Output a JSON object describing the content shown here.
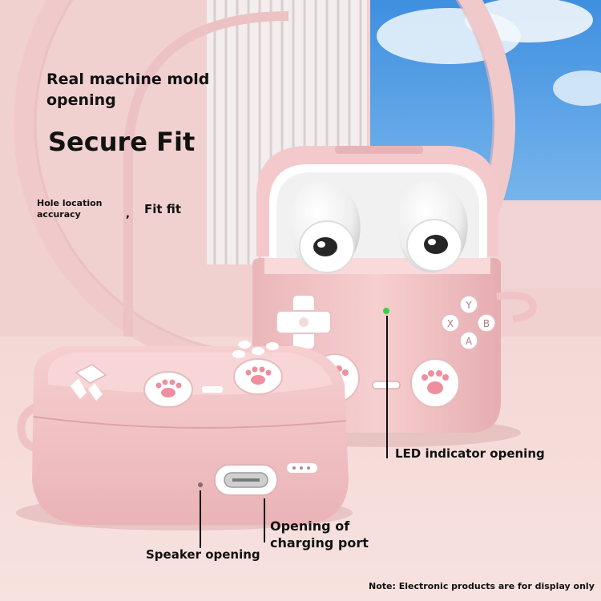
{
  "headline": {
    "line1": "Real machine mold opening",
    "line2": "Secure Fit"
  },
  "features": {
    "hole_location": "Hole location accuracy",
    "separator": ",",
    "fit": "Fit fit"
  },
  "callouts": {
    "led": "LED indicator opening",
    "charging_port": "Opening of charging port",
    "speaker": "Speaker opening"
  },
  "note": "Note: Electronic products are for display only",
  "buttons": {
    "y": "Y",
    "x": "X",
    "b": "B",
    "a": "A"
  },
  "colors": {
    "case_pink": "#f3c4c6",
    "case_shadow": "#e3a9ad",
    "background_pink": "#f2d3d3",
    "sky_blue": "#5aa6e6",
    "led_green": "#38d146",
    "paw_pink": "#ef8f9e"
  }
}
